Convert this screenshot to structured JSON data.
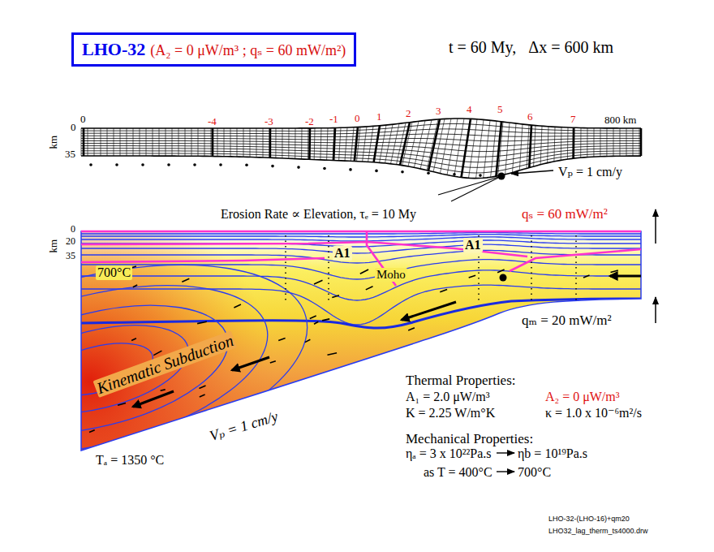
{
  "diagram": {
    "nodes": [
      {
        "text": [
          "LHO-32",
          "(A₂ = 0 μW/m³ ; qₛ = 60 mW/m²)"
        ]
      }
    ],
    "labels": [
      "t = 60 My,   Δx = 600 km",
      "0",
      "-4",
      "-3",
      "-2",
      "-1",
      "0",
      "1",
      "2",
      "3",
      "4",
      "5",
      "6",
      "7",
      "800 km",
      "km",
      "0",
      "35",
      "Vₚ = 1 cm/y",
      "Erosion Rate ∝ Elevation, τₑ = 10 My",
      "qₛ = 60 mW/m²",
      "km",
      "0",
      "20",
      "35",
      "A1",
      "A1",
      "700°C",
      "Moho",
      "qₘ = 20 mW/m²",
      "Kinematic Subduction",
      "Vₚ = 1 cm/y",
      "Thermal Properties:",
      "A₁ = 2.0 μW/m³",
      "A₂ = 0 μW/m³",
      "K = 2.25 W/m°K",
      "κ = 1.0 x 10⁻⁶m²/s",
      "Mechanical Properties:",
      "ηₐ = 3 x 10²²Pa.s",
      "ηb = 10¹⁹Pa.s",
      "as T = 400°C",
      "700°C",
      "Tₐ = 1350 °C",
      "LHO-32-(LHO-16)+qm20",
      "LHO32_lag_therm_ts4000.drw"
    ]
  }
}
